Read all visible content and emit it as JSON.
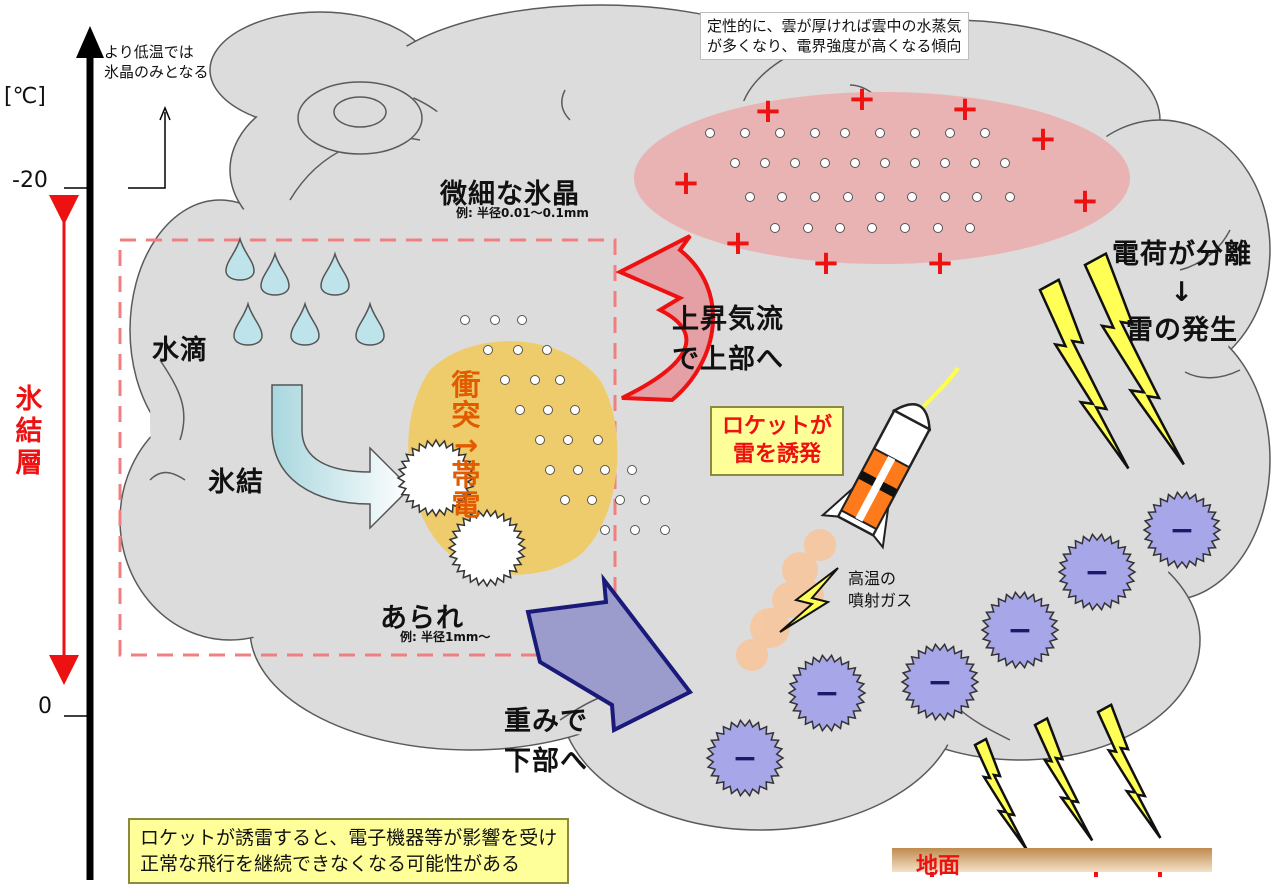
{
  "axis": {
    "unit": "[℃]",
    "tick_minus20": "-20",
    "tick_zero": "0",
    "freezing_layer": "氷結層"
  },
  "labels": {
    "colder_note": "より低温では\n氷晶のみとなる",
    "thick_cloud_note": "定性的に、雲が厚ければ雲中の水蒸気\nが多くなり、電界強度が高くなる傾向",
    "fine_ice": "微細な氷晶",
    "fine_ice_size": "例: 半径0.01～0.1mm",
    "water_drops": "水滴",
    "freezing": "氷結",
    "graupel": "あられ",
    "graupel_size": "例: 半径1mm～",
    "collision_charge": "衝突→帯電",
    "updraft": "上昇気流\nで上部へ",
    "gravity": "重みで\n下部へ",
    "charge_separation": "電荷が分離\n↓\n雷の発生",
    "rocket_trigger": "ロケットが\n雷を誘発",
    "exhaust_gas": "高温の\n噴射ガス",
    "warning": "ロケットが誘雷すると、電子機器等が影響を受け\n正常な飛行を継続できなくなる可能性がある",
    "ground": "地面",
    "plus": "+",
    "minus": "−"
  },
  "colors": {
    "cloud": "#dcdcdc",
    "cloud_edge": "#5a5a5a",
    "positive_zone": "#e9b3b4",
    "positive_sign": "#ee1111",
    "negative_charge": "#a6a6e8",
    "collision_zone": "#efcc6b",
    "water_drop": "#bfe3ea",
    "updraft_arrow": "#e4a0a4",
    "gravity_arrow": "#9c9ccc",
    "lightning": "#ffff55",
    "ground": "#c8955a",
    "freezing_layer": "#ee1111"
  },
  "icons": [
    "water-drop-icon",
    "lightning-icon",
    "rocket-icon",
    "graupel-icon",
    "negative-charge-icon",
    "ice-crystal-icon"
  ]
}
